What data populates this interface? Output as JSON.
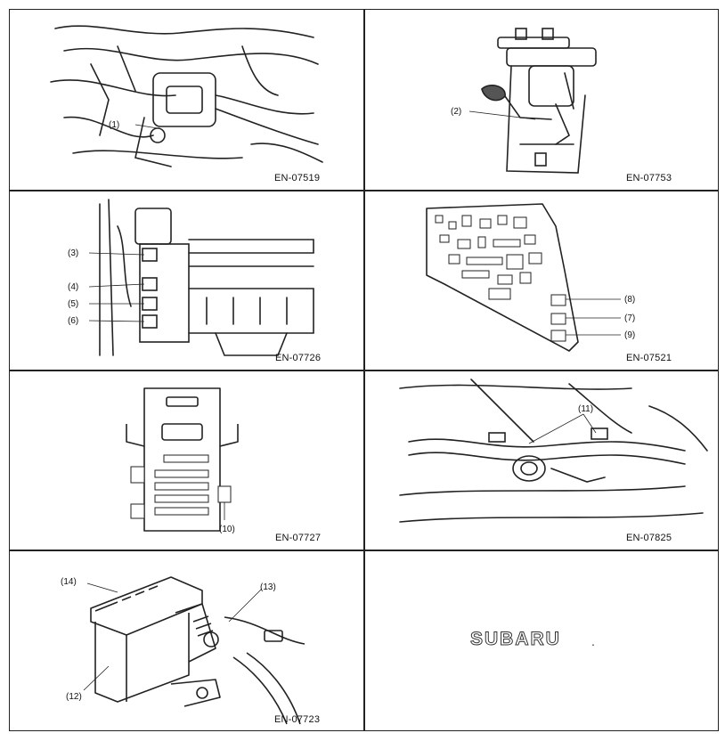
{
  "figures": [
    {
      "code": "EN-07519",
      "callouts": [
        "(1)"
      ]
    },
    {
      "code": "EN-07753",
      "callouts": [
        "(2)"
      ]
    },
    {
      "code": "EN-07726",
      "callouts": [
        "(3)",
        "(4)",
        "(5)",
        "(6)"
      ]
    },
    {
      "code": "EN-07521",
      "callouts": [
        "(8)",
        "(7)",
        "(9)"
      ]
    },
    {
      "code": "EN-07727",
      "callouts": [
        "(10)"
      ]
    },
    {
      "code": "EN-07825",
      "callouts": [
        "(11)"
      ]
    },
    {
      "code": "EN-07723",
      "callouts": [
        "(14)",
        "(13)",
        "(12)"
      ]
    }
  ],
  "logo": {
    "text": "SUBARU",
    "mark": "."
  }
}
